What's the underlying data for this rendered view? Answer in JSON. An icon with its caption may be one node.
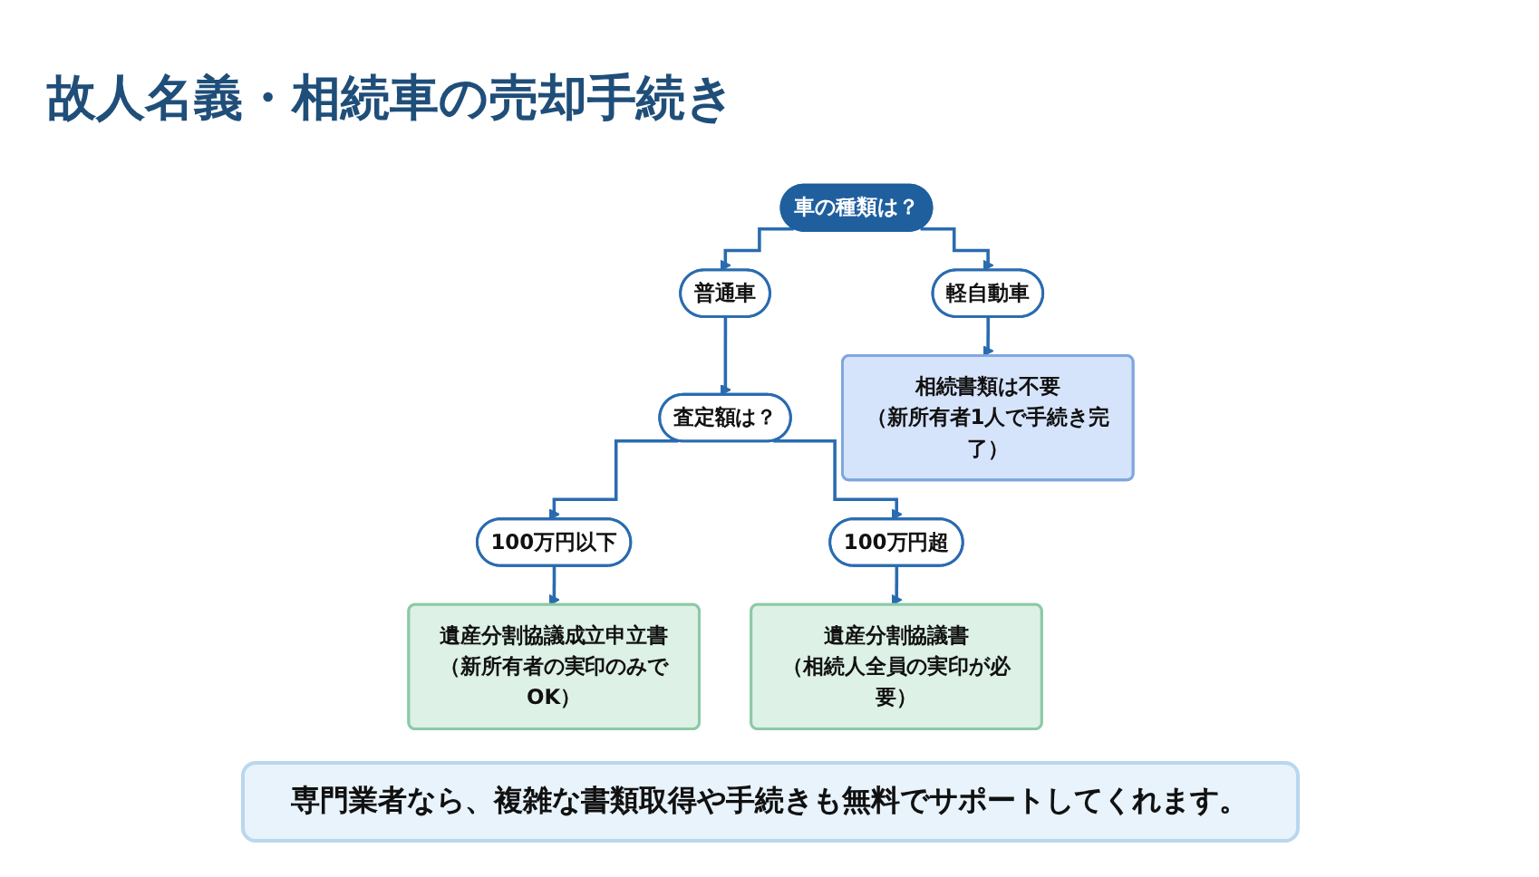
{
  "diagram": {
    "title": "故人名義・相続車の売却手続き",
    "nodes": [
      {
        "text": [
          "車の種類は？"
        ]
      },
      {
        "text": [
          "軽自動車"
        ]
      },
      {
        "text": [
          "普通車"
        ]
      },
      {
        "text": [
          "査定額は？"
        ]
      },
      {
        "text": [
          "100万円以下"
        ]
      },
      {
        "text": [
          "100万円超"
        ]
      },
      {
        "text": [
          "相続書類は不要",
          "（新所有者1人で手続き完了）"
        ]
      },
      {
        "text": [
          "遺産分割協議成立申立書",
          "（新所有者の実印のみでOK）"
        ]
      },
      {
        "text": [
          "遺産分割協議書",
          "（相続人全員の実印が必要）"
        ]
      }
    ],
    "edges": [
      {
        "from": 0,
        "to": 1,
        "arrow": "to"
      },
      {
        "from": 0,
        "to": 2,
        "arrow": "to"
      },
      {
        "from": 1,
        "to": 6,
        "arrow": "to"
      },
      {
        "from": 2,
        "to": 3,
        "arrow": "to"
      },
      {
        "from": 3,
        "to": 4,
        "arrow": "to"
      },
      {
        "from": 3,
        "to": 5,
        "arrow": "to"
      },
      {
        "from": 4,
        "to": 7,
        "arrow": "to"
      },
      {
        "from": 5,
        "to": 8,
        "arrow": "to"
      }
    ],
    "labels": [
      "専門業者なら、複雑な書類取得や手続きも無料でサポートしてくれます。"
    ]
  }
}
